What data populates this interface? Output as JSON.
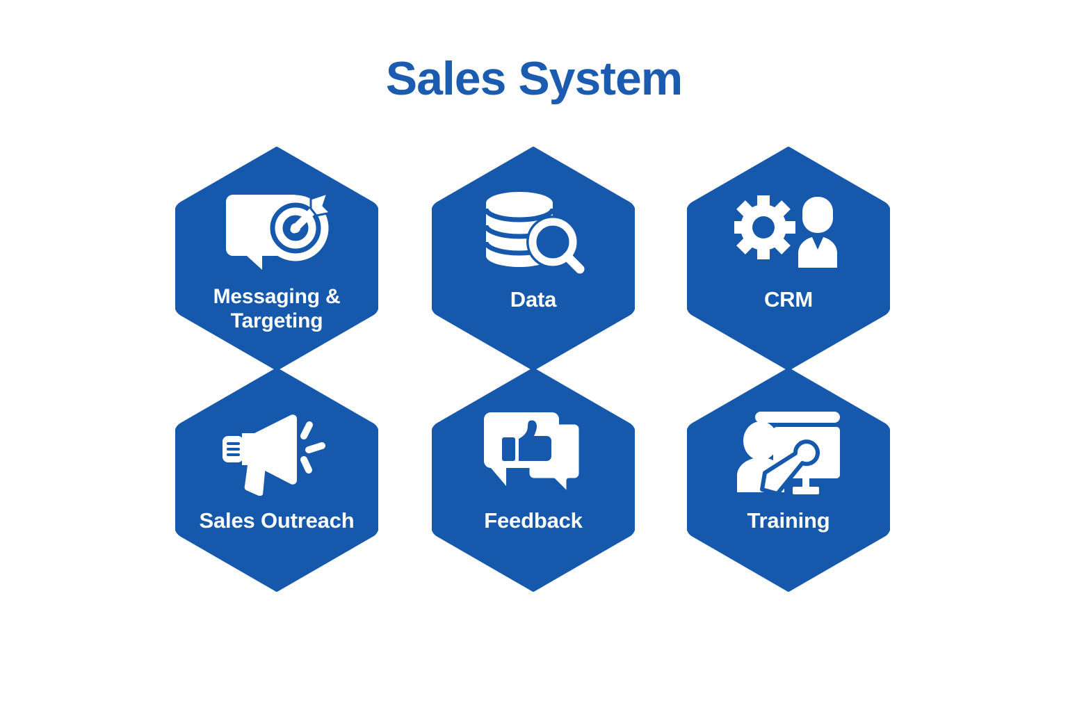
{
  "page": {
    "title": "Sales System",
    "background_color": "#ffffff",
    "brand_color": "#1B5BB0",
    "hex_fill_color": "#1558AC",
    "label_color": "#ffffff"
  },
  "hexagons": [
    {
      "id": "messaging-targeting",
      "label": "Messaging & Targeting",
      "label_lines": [
        "Messaging &",
        "Targeting"
      ],
      "icon": "speech-bubble-target-icon",
      "row": 1,
      "column": 1
    },
    {
      "id": "data",
      "label": "Data",
      "label_lines": [
        "Data"
      ],
      "icon": "database-search-icon",
      "row": 1,
      "column": 2
    },
    {
      "id": "crm",
      "label": "CRM",
      "label_lines": [
        "CRM"
      ],
      "icon": "gear-person-icon",
      "row": 1,
      "column": 3
    },
    {
      "id": "sales-outreach",
      "label": "Sales Outreach",
      "label_lines": [
        "Sales Outreach"
      ],
      "icon": "megaphone-icon",
      "row": 2,
      "column": 1
    },
    {
      "id": "feedback",
      "label": "Feedback",
      "label_lines": [
        "Feedback"
      ],
      "icon": "thumbs-up-speech-bubbles-icon",
      "row": 2,
      "column": 2
    },
    {
      "id": "training",
      "label": "Training",
      "label_lines": [
        "Training"
      ],
      "icon": "presenter-whiteboard-icon",
      "row": 2,
      "column": 3
    }
  ]
}
